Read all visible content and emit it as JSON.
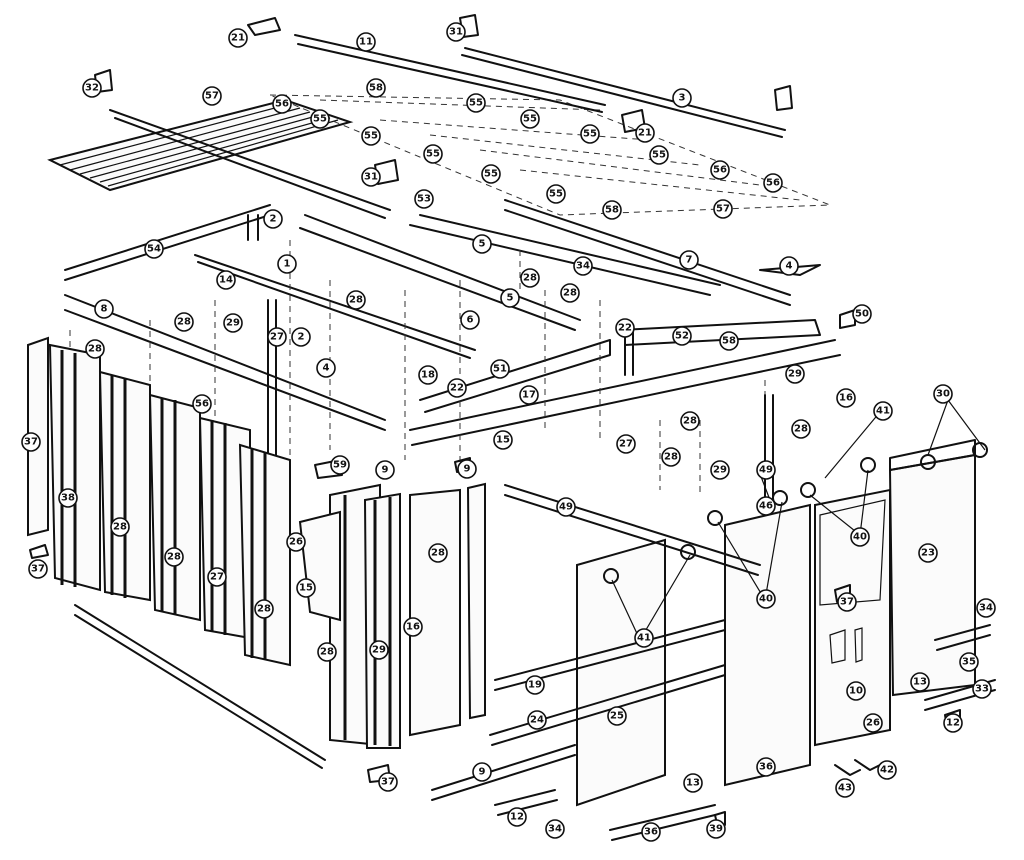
{
  "callouts": [
    "21",
    "11",
    "31",
    "3",
    "32",
    "57",
    "58",
    "56",
    "55",
    "55",
    "55",
    "55",
    "55",
    "55",
    "55",
    "21",
    "55",
    "56",
    "56",
    "57",
    "55",
    "31",
    "53",
    "58",
    "2",
    "1",
    "54",
    "14",
    "28",
    "7",
    "34",
    "5",
    "4",
    "8",
    "28",
    "28",
    "28",
    "29",
    "6",
    "27",
    "2",
    "22",
    "52",
    "58",
    "50",
    "56",
    "4",
    "18",
    "22",
    "51",
    "17",
    "15",
    "28",
    "29",
    "16",
    "41",
    "30",
    "28",
    "27",
    "28",
    "29",
    "37",
    "59",
    "9",
    "9",
    "49",
    "49",
    "46",
    "40",
    "40",
    "41",
    "23",
    "26",
    "28",
    "38",
    "28",
    "16",
    "28",
    "27",
    "28",
    "28",
    "15",
    "29",
    "28",
    "37",
    "37",
    "37",
    "12",
    "34",
    "35",
    "10",
    "19",
    "24",
    "25",
    "26",
    "36",
    "13",
    "33",
    "9",
    "12",
    "34",
    "36",
    "13",
    "39",
    "42",
    "43",
    "5"
  ]
}
